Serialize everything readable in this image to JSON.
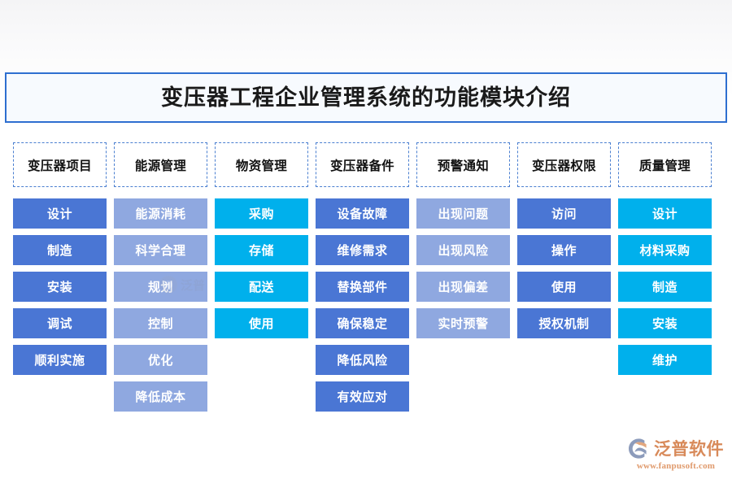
{
  "title": "变压器工程企业管理系统的功能模块介绍",
  "colors": {
    "title_border": "#2e6fd0",
    "title_background": "#f7fafe",
    "header_border": "#4a7fd0",
    "tone_medium": "#4a76d4",
    "tone_light": "#8fa8e0",
    "tone_cyan": "#00b0ec",
    "page_background": "#ffffff",
    "logo_text": "#d88a5a"
  },
  "columns": [
    {
      "header": "变压器项目",
      "tone": "tone-medium",
      "cells": [
        "设计",
        "制造",
        "安装",
        "调试",
        "顺利实施"
      ]
    },
    {
      "header": "能源管理",
      "tone": "tone-light",
      "cells": [
        "能源消耗",
        "科学合理",
        "规划",
        "控制",
        "优化",
        "降低成本"
      ]
    },
    {
      "header": "物资管理",
      "tone": "tone-cyan",
      "cells": [
        "采购",
        "存储",
        "配送",
        "使用"
      ]
    },
    {
      "header": "变压器备件",
      "tone": "tone-medium",
      "cells": [
        "设备故障",
        "维修需求",
        "替换部件",
        "确保稳定",
        "降低风险",
        "有效应对"
      ]
    },
    {
      "header": "预警通知",
      "tone": "tone-light",
      "cells": [
        "出现问题",
        "出现风险",
        "出现偏差",
        "实时预警"
      ]
    },
    {
      "header": "变压器权限",
      "tone": "tone-medium",
      "cells": [
        "访问",
        "操作",
        "使用",
        "授权机制"
      ]
    },
    {
      "header": "质量管理",
      "tone": "tone-cyan",
      "cells": [
        "设计",
        "材料采购",
        "制造",
        "安装",
        "维护"
      ]
    }
  ],
  "watermark": {
    "text": "泛普"
  },
  "logo": {
    "name": "泛普软件",
    "url": "www.fanpusoft.com"
  }
}
